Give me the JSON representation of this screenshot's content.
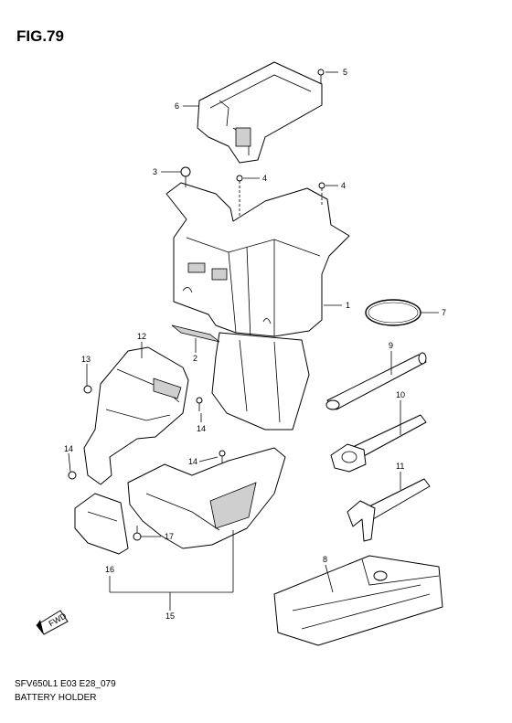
{
  "figure": {
    "title": "FIG.79",
    "code": "SFV650L1 E03 E28_079",
    "name": "BATTERY HOLDER"
  },
  "callouts": [
    "1",
    "2",
    "3",
    "4",
    "4",
    "5",
    "6",
    "7",
    "8",
    "9",
    "10",
    "11",
    "12",
    "13",
    "14",
    "14",
    "14",
    "15",
    "16",
    "17"
  ],
  "fwd_label": "FWD"
}
